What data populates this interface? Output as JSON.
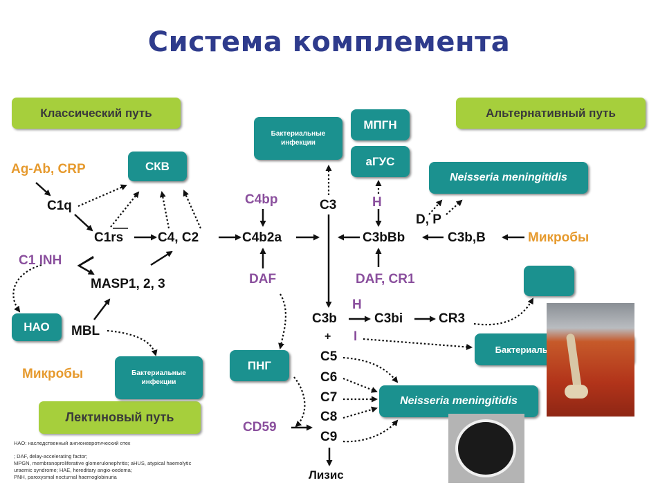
{
  "title": "Система комплемента",
  "pathways": {
    "classical": "Классический путь",
    "alternative": "Альтернативный путь",
    "lectin": "Лектиновый путь"
  },
  "boxes": {
    "skv": "СКВ",
    "bact_top": "Бактериальные инфекции",
    "mpgn": "МПГН",
    "agus": "аГУС",
    "neisseria_top": "Neisseria meningitidis",
    "hao": "НАО",
    "bact_lectin": "Бактериальные инфекции",
    "png": "ПНГ",
    "bact_right": "Бактериальные инфекции",
    "neisseria_bottom": "Neisseria meningitidis"
  },
  "molecules": {
    "ag_ab": "Ag-Ab, CRP",
    "c1q": "C1q",
    "c1rs": "C1rs",
    "c1inh": "C1 INH",
    "c4c2": "C4, C2",
    "masp": "MASP1, 2, 3",
    "mbl": "MBL",
    "microbes_left": "Микробы",
    "c4bp": "C4bp",
    "c4b2a": "C4b2a",
    "daf": "DAF",
    "c3": "C3",
    "h_top": "H",
    "c3bbb": "C3bBb",
    "dp": "D, P",
    "c3bb": "C3b,B",
    "microbes_right": "Микробы",
    "daf_cr1": "DAF, CR1",
    "h_mid": "H",
    "c3b": "C3b",
    "c3bi": "C3bi",
    "cr3": "CR3",
    "i": "I",
    "plus": "+",
    "c5": "C5",
    "c6": "C6",
    "c7": "C7",
    "c8": "C8",
    "c9": "C9",
    "cd59": "CD59",
    "lysis": "Лизис"
  },
  "footnotes": [
    "HAO: наследственный ангионевротический отек",
    "; DAF, delay-accelerating factor;",
    "MPGN, membranoproliferative glomerulonephritis; aHUS, atypical haemolytic",
    "uraemic syndrome; HAE, hereditary angio-oedema;",
    "PNH, paroxysmal nocturnal haemoglobinuria"
  ],
  "colors": {
    "title": "#2e3b8c",
    "green": "#a6cf3c",
    "teal": "#1b918f",
    "orange": "#e69a2e",
    "purple": "#8a4f9d"
  }
}
